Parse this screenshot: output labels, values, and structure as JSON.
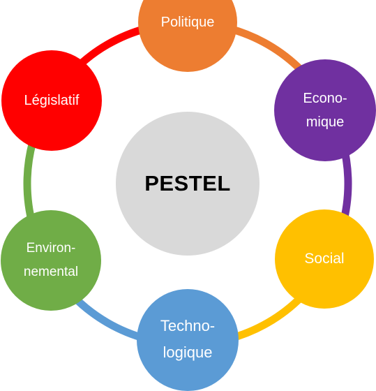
{
  "diagram": {
    "center": {
      "label": "PESTEL",
      "color": "#d9d9d9",
      "text_color": "#000000"
    },
    "nodes": [
      {
        "id": "politique",
        "lines": [
          "Politique"
        ],
        "color": "#ed7d31"
      },
      {
        "id": "economique",
        "lines": [
          "Econo-",
          "mique"
        ],
        "color": "#7030a0"
      },
      {
        "id": "social",
        "lines": [
          "Social"
        ],
        "color": "#ffc000"
      },
      {
        "id": "technologique",
        "lines": [
          "Techno-",
          "logique"
        ],
        "color": "#5b9bd5"
      },
      {
        "id": "environnemental",
        "lines": [
          "Environ-",
          "nemental"
        ],
        "color": "#70ad47"
      },
      {
        "id": "legislatif",
        "lines": [
          "Législatif"
        ],
        "color": "#ff0000"
      }
    ]
  }
}
